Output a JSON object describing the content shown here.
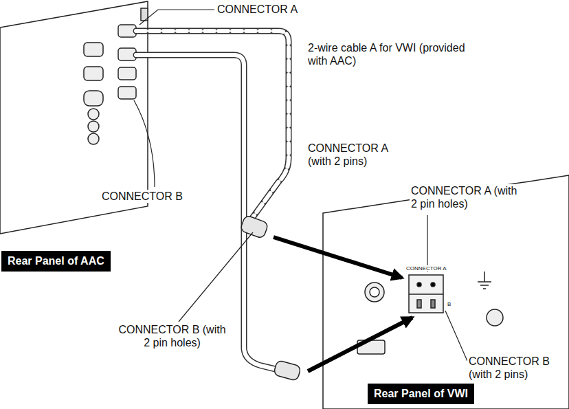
{
  "diagram": {
    "nodes": [
      {
        "text": [
          "Rear Panel of AAC"
        ]
      },
      {
        "text": [
          "Rear Panel of VWI"
        ]
      }
    ],
    "labels": [
      "CONNECTOR A",
      "2-wire cable A for VWI (provided with AAC)",
      "CONNECTOR A (with 2 pins)",
      "CONNECTOR A (with 2 pin holes)",
      "CONNECTOR B",
      "CONNECTOR A",
      "B",
      "CONNECTOR B (with 2 pin holes)",
      "CONNECTOR B (with 2 pins)"
    ]
  }
}
